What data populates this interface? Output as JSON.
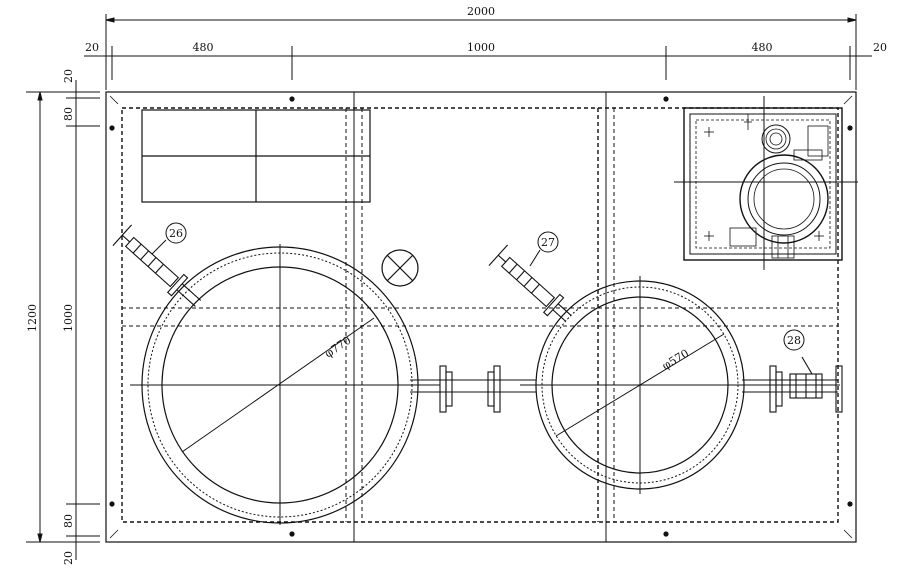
{
  "dimensions": {
    "overall_width": "2000",
    "left_margin": "20",
    "left_section": "480",
    "center_section": "1000",
    "right_section": "480",
    "right_margin": "20",
    "overall_height": "1200",
    "top_margin": "20",
    "top_band": "80",
    "inner_height": "1000",
    "bottom_band": "80",
    "bottom_margin": "20"
  },
  "vessels": {
    "left_diameter": "φ770",
    "right_diameter": "φ570"
  },
  "callouts": {
    "valve_26": "26",
    "valve_27": "27",
    "valve_28": "28"
  },
  "colors": {
    "line": "#111111",
    "background": "#ffffff"
  }
}
